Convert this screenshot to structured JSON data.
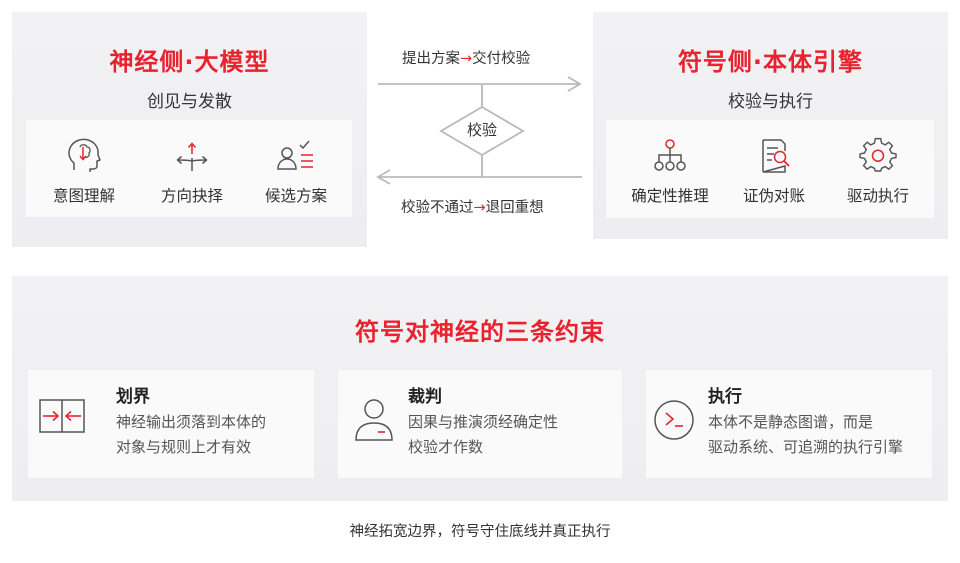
{
  "neural": {
    "title": "神经侧·大模型",
    "subtitle": "创见与发散",
    "features": [
      {
        "icon": "head-brain-icon",
        "label": "意图理解"
      },
      {
        "icon": "direction-arrows-icon",
        "label": "方向抉择"
      },
      {
        "icon": "candidate-list-icon",
        "label": "候选方案"
      }
    ]
  },
  "symbol": {
    "title": "符号侧·本体引擎",
    "subtitle": "校验与执行",
    "features": [
      {
        "icon": "hierarchy-tree-icon",
        "label": "确定性推理"
      },
      {
        "icon": "document-search-icon",
        "label": "证伪对账"
      },
      {
        "icon": "gear-icon",
        "label": "驱动执行"
      }
    ]
  },
  "flow": {
    "top_left": "提出方案",
    "top_arrow": "→",
    "top_right": "交付校验",
    "diamond": "校验",
    "bottom_left": "校验不通过",
    "bottom_arrow": "→",
    "bottom_right": "退回重想"
  },
  "constraints": {
    "title": "符号对神经的三条约束",
    "cards": [
      {
        "icon": "boundary-arrows-icon",
        "title": "划界",
        "lines": [
          "神经输出须落到本体的",
          "对象与规则上才有效"
        ]
      },
      {
        "icon": "judge-person-icon",
        "title": "裁判",
        "lines": [
          "因果与推演须经确定性",
          "校验才作数"
        ]
      },
      {
        "icon": "terminal-prompt-icon",
        "title": "执行",
        "lines": [
          "本体不是静态图谱，而是",
          "驱动系统、可追溯的执行引擎"
        ]
      }
    ]
  },
  "caption": "神经拓宽边界，符号守住底线并真正执行",
  "colors": {
    "accent": "#e8232f",
    "panel": "#f0f0f2",
    "card": "#fafafa",
    "connector": "#b8b9c2"
  }
}
